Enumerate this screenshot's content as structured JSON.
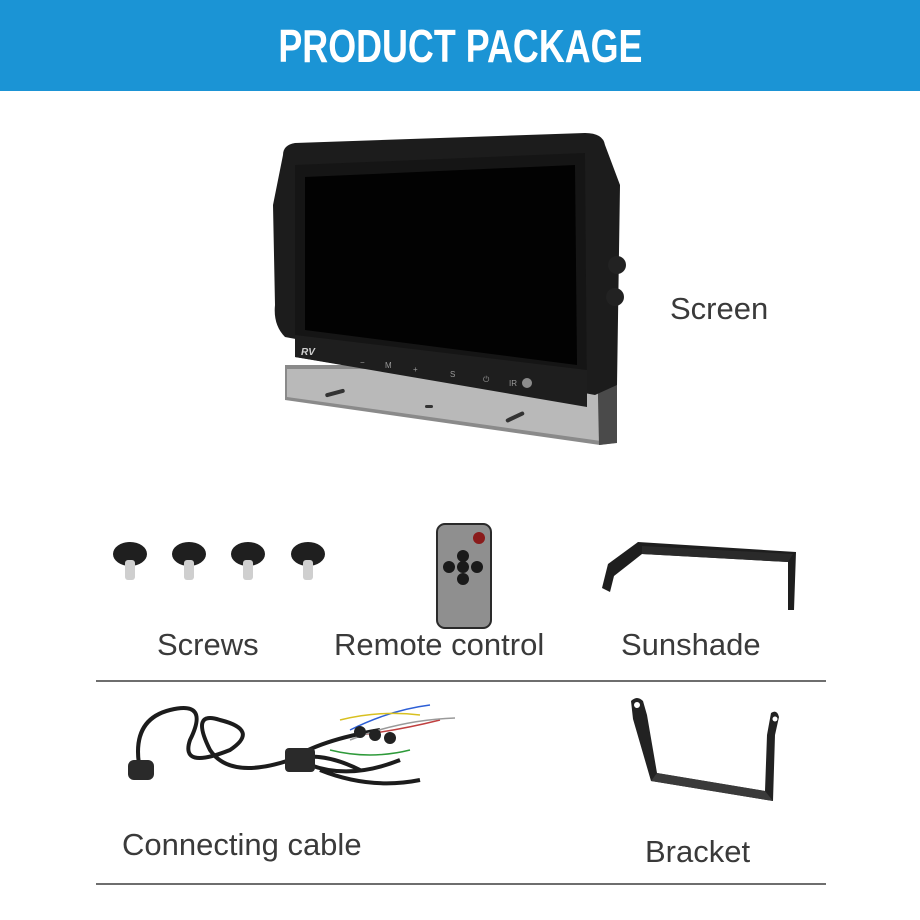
{
  "header": {
    "title": "PRODUCT PACKAGE",
    "background_color": "#1b94d5"
  },
  "items": {
    "screen": {
      "label": "Screen",
      "brand": "RV",
      "buttons": [
        "−",
        "M",
        "+",
        "S",
        "⏻",
        "IR"
      ]
    },
    "screws": {
      "label": "Screws",
      "count": 4
    },
    "remote": {
      "label": "Remote control"
    },
    "sunshade": {
      "label": "Sunshade"
    },
    "cable": {
      "label": "Connecting cable"
    },
    "bracket": {
      "label": "Bracket"
    }
  }
}
